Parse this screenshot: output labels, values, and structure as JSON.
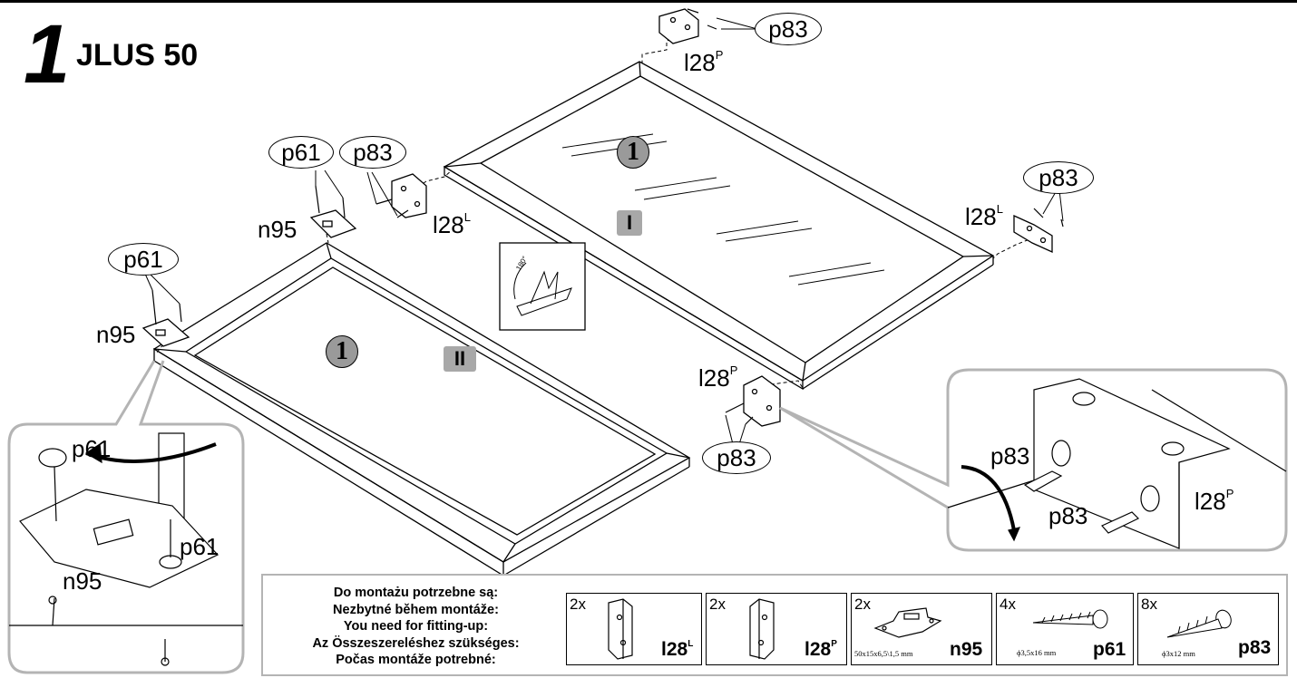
{
  "step": {
    "number": "1",
    "title": "JLUS 50"
  },
  "callouts": {
    "p83_top": "p83",
    "p83_mid": "p83",
    "p83_right": "p83",
    "p83_bottom": "p83",
    "p61_mid": "p61",
    "p61_left": "p61"
  },
  "labels": {
    "l28p_top": "l28",
    "l28p_top_sup": "P",
    "l28l_mid": "l28",
    "l28l_mid_sup": "L",
    "l28l_right": "l28",
    "l28l_right_sup": "L",
    "l28p_bottom": "l28",
    "l28p_bottom_sup": "P",
    "n95_mid": "n95",
    "n95_left": "n95"
  },
  "markers": {
    "circle_top": "1",
    "circle_bottom": "1",
    "roman_I": "I",
    "roman_II": "II",
    "rotate_angle": "180°"
  },
  "zoom_left": {
    "p61_a": "p61",
    "p61_b": "p61",
    "n95": "n95"
  },
  "zoom_right": {
    "p83_a": "p83",
    "p83_b": "p83",
    "l28": "l28",
    "l28_sup": "P"
  },
  "instructions": [
    "Do montażu potrzebne są:",
    "Nezbytné během montáže:",
    "You need for fitting-up:",
    "Az Összeszereléshez szükséges:",
    "Počas montáže potrebné:"
  ],
  "parts": [
    {
      "qty": "2x",
      "name": "l28",
      "sup": "L",
      "dims": ""
    },
    {
      "qty": "2x",
      "name": "l28",
      "sup": "P",
      "dims": ""
    },
    {
      "qty": "2x",
      "name": "n95",
      "sup": "",
      "dims": "50x15x6,5\\1,5 mm"
    },
    {
      "qty": "4x",
      "name": "p61",
      "sup": "",
      "dims": "ϕ3,5x16 mm"
    },
    {
      "qty": "8x",
      "name": "p83",
      "sup": "",
      "dims": "ϕ3x12 mm"
    }
  ]
}
